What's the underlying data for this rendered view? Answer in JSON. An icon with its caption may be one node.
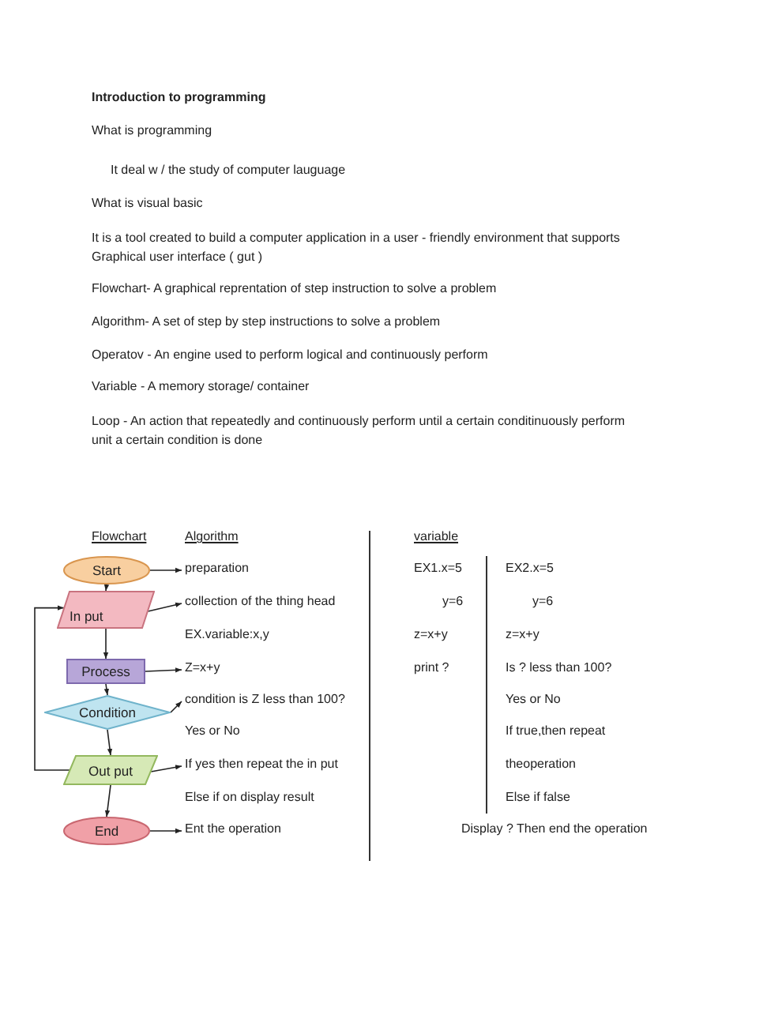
{
  "diagram": {
    "title": "Introduction to programming",
    "nodes": [
      {
        "text": [
          "Start"
        ]
      },
      {
        "text": [
          "In put"
        ]
      },
      {
        "text": [
          "Process"
        ]
      },
      {
        "text": [
          "Condition"
        ]
      },
      {
        "text": [
          "Out put"
        ]
      },
      {
        "text": [
          "End"
        ]
      },
      {
        "text": [
          "preparation"
        ]
      },
      {
        "text": [
          "collection of the thing head"
        ]
      },
      {
        "text": [
          "Z=x+y"
        ]
      },
      {
        "text": [
          "condition is Z less than 100?"
        ]
      },
      {
        "text": [
          "If yes then repeat the in put"
        ]
      },
      {
        "text": [
          "Ent the operation"
        ]
      }
    ],
    "edges": [
      {
        "from": 0,
        "to": 1,
        "arrow": "to"
      },
      {
        "from": 1,
        "to": 2,
        "arrow": "to"
      },
      {
        "from": 2,
        "to": 3,
        "arrow": "to"
      },
      {
        "from": 3,
        "to": 4,
        "arrow": "to"
      },
      {
        "from": 4,
        "to": 5,
        "arrow": "to"
      },
      {
        "from": 4,
        "to": 1,
        "arrow": "to"
      },
      {
        "from": 0,
        "to": 6,
        "arrow": "to"
      },
      {
        "from": 1,
        "to": 7,
        "arrow": "to"
      },
      {
        "from": 2,
        "to": 8,
        "arrow": "to"
      },
      {
        "from": 3,
        "to": 9,
        "arrow": "to"
      },
      {
        "from": 4,
        "to": 10,
        "arrow": "to"
      },
      {
        "from": 5,
        "to": 11,
        "arrow": "to"
      }
    ],
    "labels": [
      "What is programming",
      "It deal w / the study of computer lauguage",
      "What is visual basic",
      "It is a tool created to build a computer application in a user - friendly environment that supports Graphical user interface ( gut )",
      "Flowchart- A graphical reprentation of step instruction to solve a problem",
      "Algorithm- A set of step by step instructions to solve a problem",
      "Operatov - An engine used to perform logical and continuously perform",
      "Variable - A memory storage/ container",
      "Loop - An action that repeatedly and continuously perform until a certain conditinuously perform unit a certain condition is done",
      "Flowchart",
      "Algorithm",
      "variable",
      "EX.variable:x,y",
      "Yes or No",
      "Else if on display result",
      "EX1.x=5",
      "y=6",
      "z=x+y",
      "print ?",
      "EX2.x=5",
      "y=6",
      "z=x+y",
      "Is ? less than 100?",
      "Yes or No",
      "If true,then repeat",
      "theoperation",
      "Else if false",
      "Display ? Then end the operation"
    ]
  }
}
